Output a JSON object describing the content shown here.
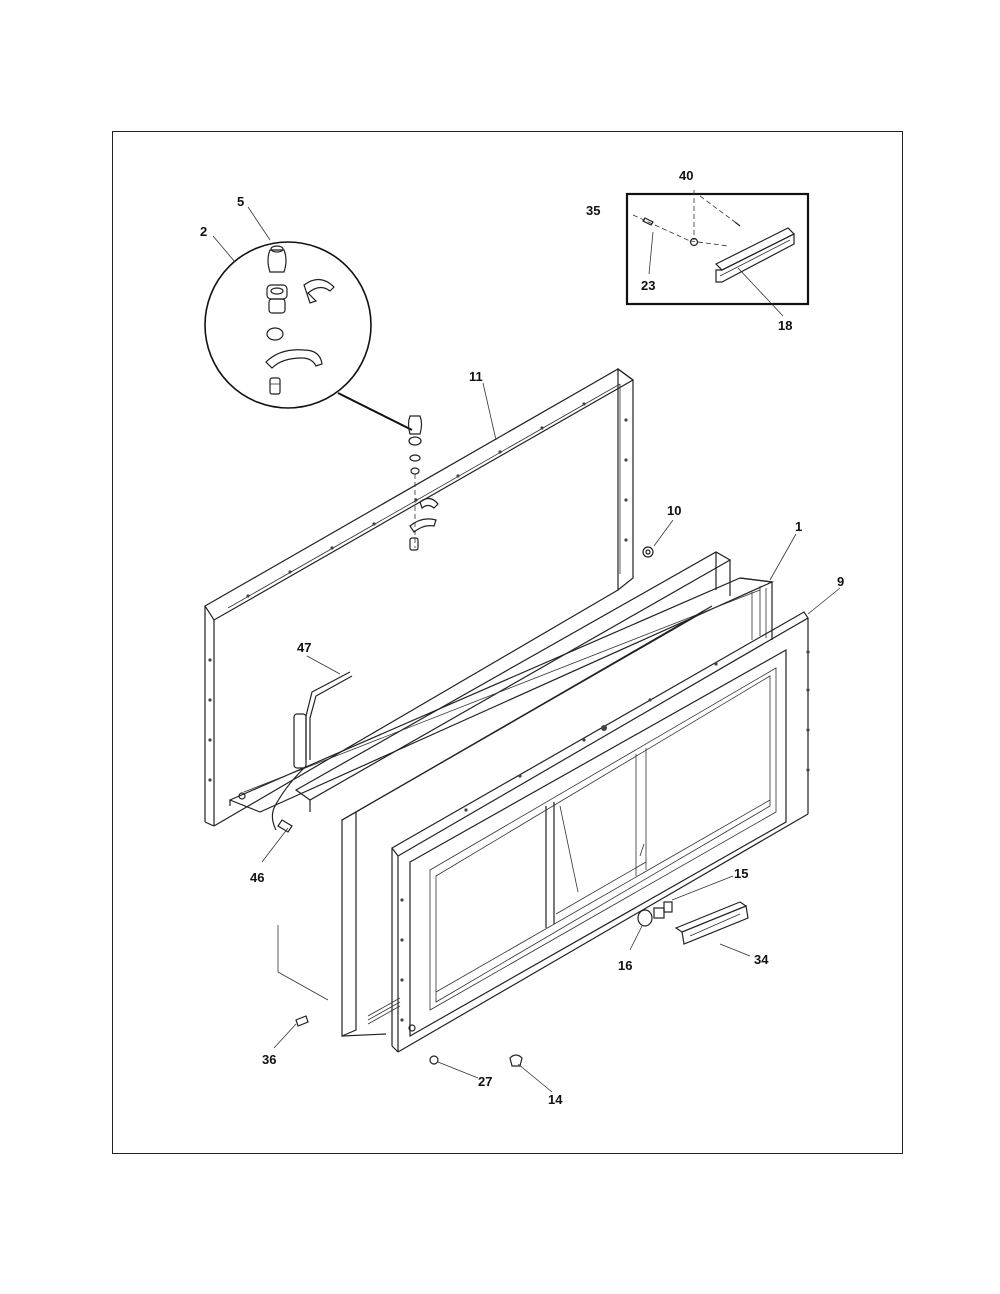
{
  "diagram": {
    "callouts": [
      {
        "id": "c1",
        "label": "1"
      },
      {
        "id": "c2",
        "label": "2"
      },
      {
        "id": "c5",
        "label": "5"
      },
      {
        "id": "c9",
        "label": "9"
      },
      {
        "id": "c10",
        "label": "10"
      },
      {
        "id": "c11",
        "label": "11"
      },
      {
        "id": "c14",
        "label": "14"
      },
      {
        "id": "c15",
        "label": "15"
      },
      {
        "id": "c16",
        "label": "16"
      },
      {
        "id": "c18",
        "label": "18"
      },
      {
        "id": "c23",
        "label": "23"
      },
      {
        "id": "c27",
        "label": "27"
      },
      {
        "id": "c34",
        "label": "34"
      },
      {
        "id": "c35",
        "label": "35"
      },
      {
        "id": "c36",
        "label": "36"
      },
      {
        "id": "c40",
        "label": "40"
      },
      {
        "id": "c46",
        "label": "46"
      },
      {
        "id": "c47",
        "label": "47"
      }
    ]
  }
}
